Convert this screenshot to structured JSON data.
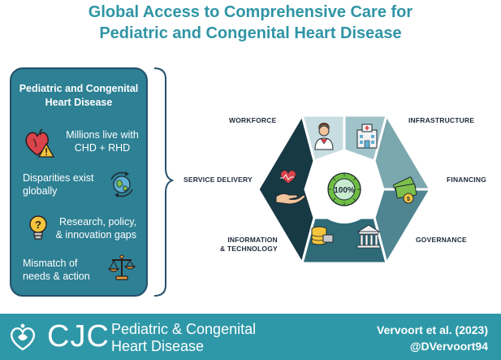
{
  "title": {
    "line1": "Global Access to Comprehensive Care for",
    "line2": "Pediatric and Congenital Heart Disease"
  },
  "left_panel": {
    "heading_line1": "Pediatric and Congenital",
    "heading_line2": "Heart Disease",
    "items": [
      {
        "line1": "Millions live with",
        "line2": "CHD + RHD",
        "icon": "heart-warning-icon"
      },
      {
        "line1": "Disparities exist",
        "line2": "globally",
        "icon": "globe-icon"
      },
      {
        "line1": "Research, policy,",
        "line2": "& innovation gaps",
        "icon": "lightbulb-question-icon"
      },
      {
        "line1": "Mismatch of",
        "line2": "needs & action",
        "icon": "scales-icon"
      }
    ]
  },
  "diagram": {
    "center_label": "100%",
    "segments": {
      "workforce": "WORKFORCE",
      "infrastructure": "INFRASTRUCTURE",
      "financing": "FINANCING",
      "governance": "GOVERNANCE",
      "info_line1": "INFORMATION",
      "info_line2": "& TECHNOLOGY",
      "service_delivery": "SERVICE DELIVERY"
    },
    "colors": {
      "workforce": "#c7dde1",
      "infrastructure": "#9fc3c8",
      "financing": "#7ba7ae",
      "governance": "#4e8591",
      "information": "#2f6a77",
      "service_delivery": "#173944",
      "ring": "#6fbe44"
    }
  },
  "footer": {
    "logo": "CJC",
    "subtitle_line1": "Pediatric & Congenital",
    "subtitle_line2": "Heart Disease",
    "citation": "Vervoort et al. (2023)",
    "handle": "@DVervoort94"
  }
}
